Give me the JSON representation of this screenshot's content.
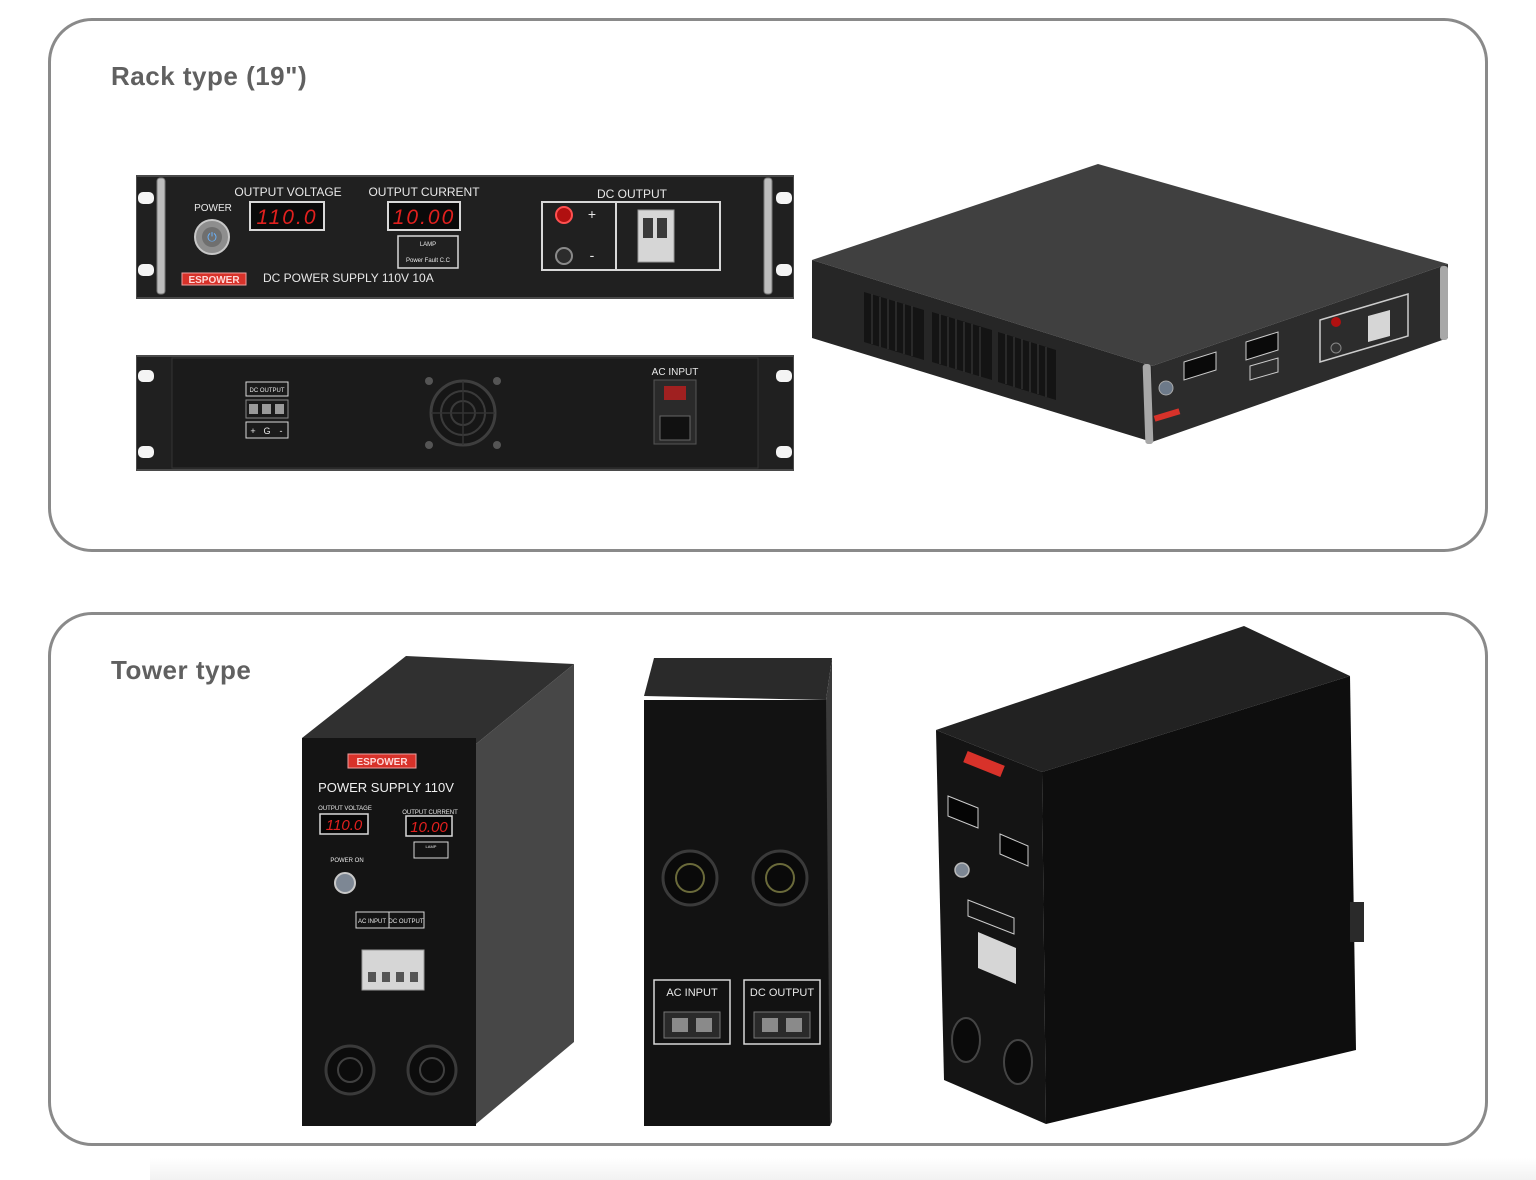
{
  "rack": {
    "title": "Rack type (19\")",
    "front": {
      "power_label": "POWER",
      "output_voltage_label": "OUTPUT VOLTAGE",
      "voltage_reading": "110.0",
      "output_current_label": "OUTPUT CURRENT",
      "current_reading": "10.00",
      "lamp_label": "LAMP",
      "lamp_sub": "Power Fault C.C",
      "dc_output_label": "DC OUTPUT",
      "plus": "+",
      "minus": "-",
      "brand": "ESPOWER",
      "model": "DC POWER SUPPLY 110V 10A"
    },
    "rear": {
      "dc_output_label": "DC OUTPUT",
      "terminals": [
        "+",
        "G",
        "-"
      ],
      "ac_input_label": "AC INPUT"
    }
  },
  "tower": {
    "title": "Tower type",
    "front": {
      "brand": "ESPOWER",
      "model": "POWER SUPPLY  110V",
      "output_voltage_label": "OUTPUT VOLTAGE",
      "voltage_reading": "110.0",
      "output_current_label": "OUTPUT CURRENT",
      "current_reading": "10.00",
      "lamp_label": "LAMP",
      "power_on_label": "POWER ON",
      "ac_input_label": "AC INPUT",
      "dc_output_label": "DC OUTPUT"
    },
    "rear": {
      "ac_input_label": "AC INPUT",
      "dc_output_label": "DC OUTPUT"
    }
  },
  "colors": {
    "panel_border": "#8a8a8a",
    "title_text": "#606060",
    "chassis": "#1e1e1e",
    "led_red": "#e0201e",
    "brand_red": "#d8322a"
  }
}
